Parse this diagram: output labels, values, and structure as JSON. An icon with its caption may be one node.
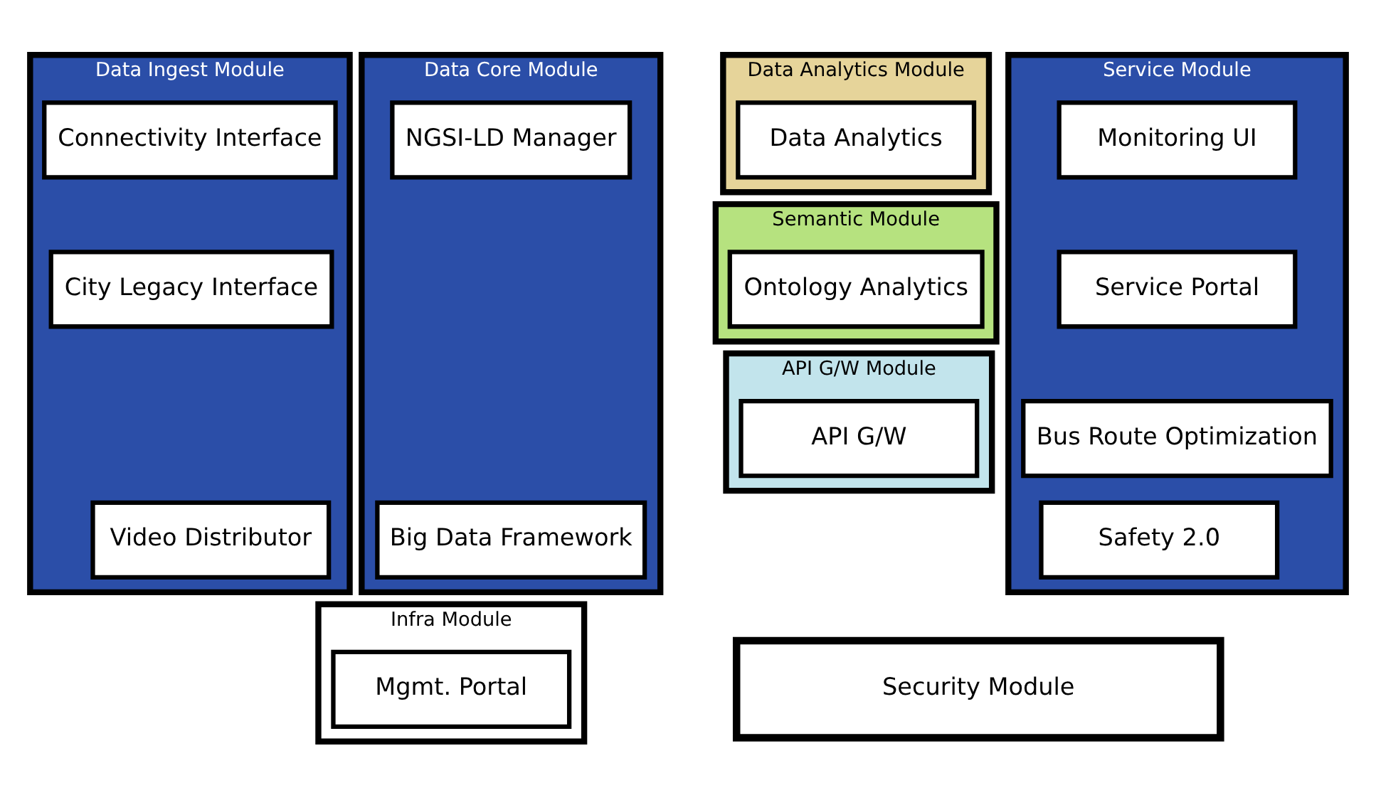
{
  "diagram": {
    "nodes": [
      {
        "text": [
          "Data Ingest Module"
        ]
      },
      {
        "text": [
          "Connectivity Interface"
        ],
        "in": 0
      },
      {
        "text": [
          "City Legacy Interface"
        ],
        "in": 0
      },
      {
        "text": [
          "Video Distributor"
        ],
        "in": 0
      },
      {
        "text": [
          "Data Core Module"
        ]
      },
      {
        "text": [
          "NGSI-LD Manager"
        ],
        "in": 4
      },
      {
        "text": [
          "Big Data Framework"
        ],
        "in": 4
      },
      {
        "text": [
          "Data Analytics Module"
        ]
      },
      {
        "text": [
          "Data Analytics"
        ],
        "in": 7
      },
      {
        "text": [
          "Semantic Module"
        ]
      },
      {
        "text": [
          "Ontology Analytics"
        ],
        "in": 9
      },
      {
        "text": [
          "API G/W Module"
        ]
      },
      {
        "text": [
          "API G/W"
        ],
        "in": 11
      },
      {
        "text": [
          "Service Module"
        ]
      },
      {
        "text": [
          "Monitoring UI"
        ],
        "in": 13
      },
      {
        "text": [
          "Service Portal"
        ],
        "in": 13
      },
      {
        "text": [
          "Bus Route Optimization"
        ],
        "in": 13
      },
      {
        "text": [
          "Safety 2.0"
        ],
        "in": 13
      },
      {
        "text": [
          "Infra Module"
        ]
      },
      {
        "text": [
          "Mgmt. Portal"
        ],
        "in": 18
      },
      {
        "text": [
          "Security Module"
        ]
      }
    ],
    "edges": []
  }
}
